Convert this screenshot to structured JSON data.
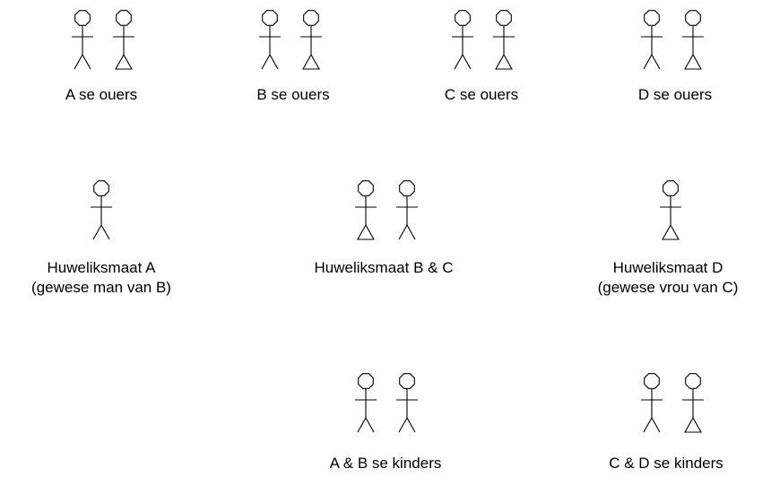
{
  "groups": [
    {
      "id": "a-parents",
      "label": "A se ouers",
      "figures": [
        "male",
        "female"
      ]
    },
    {
      "id": "b-parents",
      "label": "B se ouers",
      "figures": [
        "male",
        "female"
      ]
    },
    {
      "id": "c-parents",
      "label": "C se ouers",
      "figures": [
        "male",
        "female"
      ]
    },
    {
      "id": "d-parents",
      "label": "D se ouers",
      "figures": [
        "male",
        "female"
      ]
    },
    {
      "id": "spouse-a",
      "label": "Huweliksmaat A",
      "label2": "(gewese man van B)",
      "figures": [
        "male"
      ]
    },
    {
      "id": "spouse-bc",
      "label": "Huweliksmaat B & C",
      "figures": [
        "female",
        "male"
      ]
    },
    {
      "id": "spouse-d",
      "label": "Huweliksmaat D",
      "label2": "(gewese vrou van C)",
      "figures": [
        "female"
      ]
    },
    {
      "id": "ab-children",
      "label": "A & B se kinders",
      "figures": [
        "male",
        "male"
      ]
    },
    {
      "id": "cd-children",
      "label": "C & D se kinders",
      "figures": [
        "male",
        "female"
      ]
    }
  ]
}
